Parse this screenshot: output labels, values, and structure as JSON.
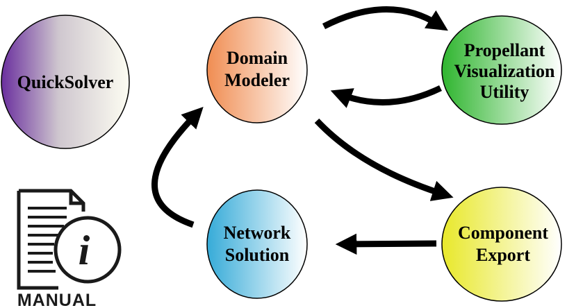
{
  "nodes": {
    "quicksolver": {
      "label": "QuickSolver"
    },
    "domain_modeler": {
      "line1": "Domain",
      "line2": "Modeler"
    },
    "propellant": {
      "line1": "Propellant",
      "line2": "Visualization",
      "line3": "Utility"
    },
    "component_export": {
      "line1": "Component",
      "line2": "Export"
    },
    "network_solution": {
      "line1": "Network",
      "line2": "Solution"
    }
  },
  "manual": {
    "label": "MANUAL",
    "glyph": "i",
    "icon": "document-info-icon"
  },
  "colors": {
    "quicksolver": [
      "#6a2f9e",
      "#fdfdf2"
    ],
    "domain_modeler": [
      "#f08d52",
      "#ffffff"
    ],
    "propellant": [
      "#2fb52f",
      "#ffffff"
    ],
    "component_export": [
      "#e8e82a",
      "#ffffff"
    ],
    "network_solution": [
      "#36abd8",
      "#ffffff"
    ],
    "arrow": "#000000"
  },
  "edges": [
    {
      "from": "Domain Modeler",
      "to": "Propellant Visualization Utility"
    },
    {
      "from": "Propellant Visualization Utility",
      "to": "Domain Modeler"
    },
    {
      "from": "Domain Modeler",
      "to": "Component Export"
    },
    {
      "from": "Component Export",
      "to": "Network Solution"
    },
    {
      "from": "Network Solution",
      "to": "Domain Modeler"
    }
  ]
}
